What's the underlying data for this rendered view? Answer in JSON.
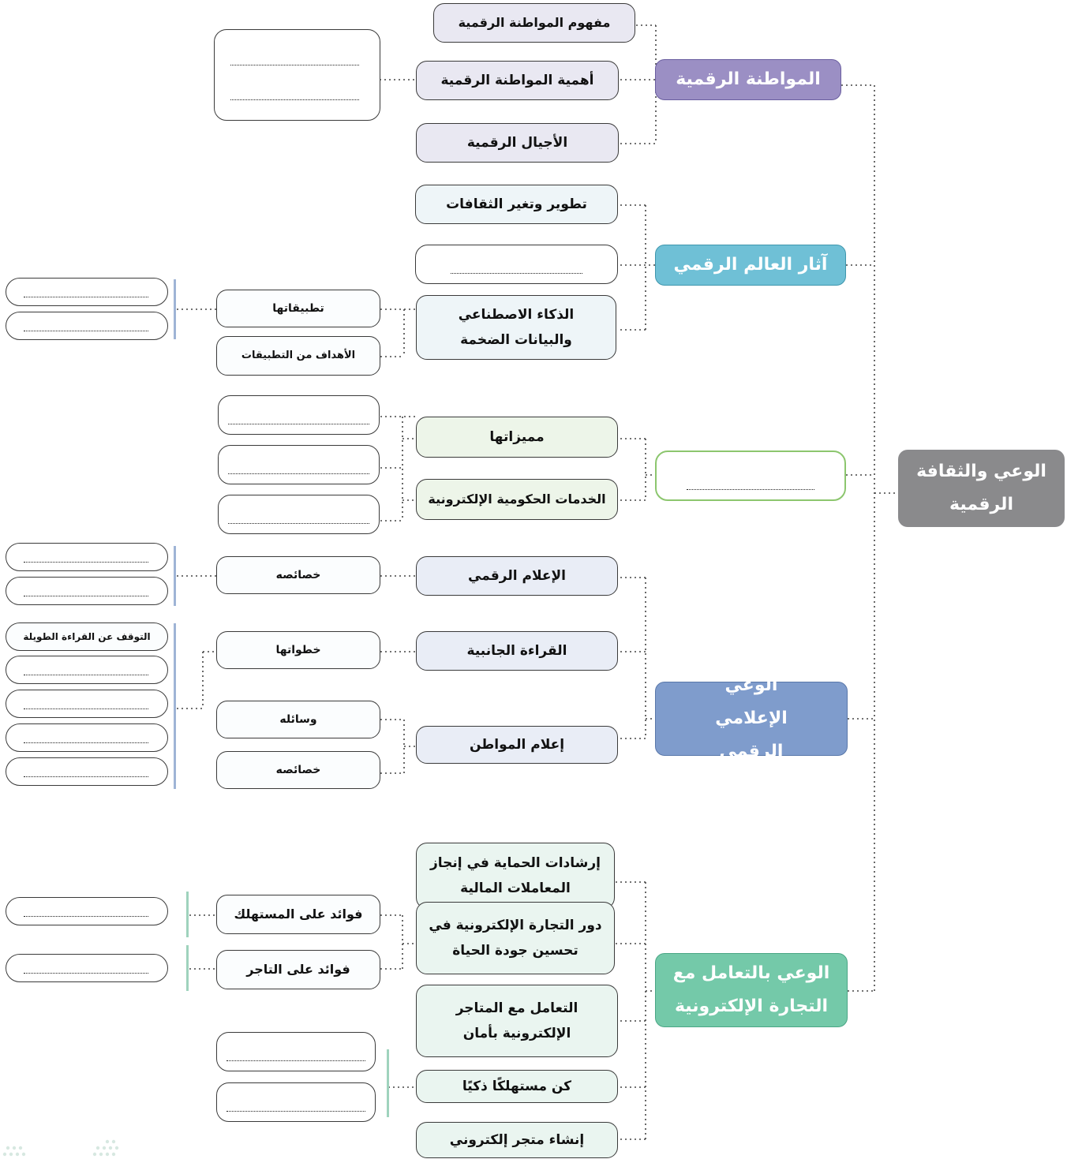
{
  "root": {
    "label": "الوعي والثقافة الرقمية",
    "color": "#8a8a8c"
  },
  "colors": {
    "citizenship": "#9b8fc4",
    "effects": "#6fc0d6",
    "egov": "#8cc66e",
    "media": "#7f9ccc",
    "ecommerce": "#74c9a9",
    "connector": "#444444"
  },
  "blank": "..........................................",
  "branches": {
    "citizenship": {
      "label": "المواطنة الرقمية",
      "items": [
        "مفهوم المواطنة الرقمية",
        "أهمية المواطنة الرقمية",
        "الأجيال الرقمية"
      ]
    },
    "effects": {
      "label": "آثار العالم الرقمي",
      "items": [
        "تطوير وتغير الثقافات",
        "الذكاء الاصطناعي والبيانات الضخمة"
      ],
      "ai_children": [
        "تطبيقاتها",
        "الأهداف من التطبيقات"
      ]
    },
    "egov": {
      "items": [
        "مميزاتها",
        "الخدمات الحكومية الإلكترونية"
      ]
    },
    "media": {
      "label": "الوعي الإعلامي الرقمي",
      "items": [
        "الإعلام الرقمي",
        "القراءة الجانبية",
        "إعلام المواطن"
      ],
      "children": {
        "digital_media": "خصائصه",
        "lateral_reading": "خطواتها",
        "citizen_media": [
          "وسائله",
          "خصائصه"
        ]
      },
      "steps_first": "التوقف عن القراءة الطويلة"
    },
    "ecommerce": {
      "label": "الوعي بالتعامل مع التجارة الإلكترونية",
      "items": [
        "إرشادات الحماية في إنجاز المعاملات المالية",
        "دور التجارة الإلكترونية في تحسين جودة الحياة",
        "التعامل مع المتاجر الإلكترونية بأمان",
        "كن مستهلكًا ذكيًا",
        "إنشاء متجر إلكتروني"
      ],
      "benefits": [
        "فوائد على المستهلك",
        "فوائد على التاجر"
      ]
    }
  }
}
